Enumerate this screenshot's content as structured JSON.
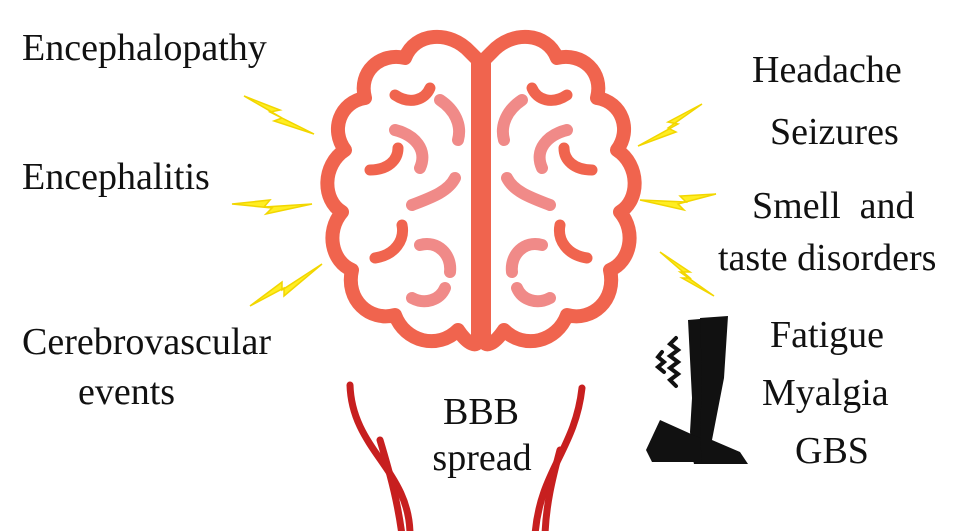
{
  "colors": {
    "brain_outline": "#f0644e",
    "brain_fold": "#f08a88",
    "bolt": "#ffee22",
    "vessel": "#c71f1f",
    "legs": "#111111",
    "text": "#111111"
  },
  "icons": [
    "brain-icon",
    "lightning-bolt-icon",
    "blood-vessel-icon",
    "legs-icon",
    "pain-wave-icon"
  ],
  "left_labels": {
    "encephalopathy": "Encephalopathy",
    "encephalitis": "Encephalitis",
    "cerebrovascular_line1": "Cerebrovascular",
    "cerebrovascular_line2": "events"
  },
  "center_labels": {
    "bbb_line1": "BBB",
    "bbb_line2": "spread"
  },
  "right_labels": {
    "headache": "Headache",
    "seizures": "Seizures",
    "smell_line1": "Smell  and",
    "smell_line2": "taste disorders",
    "fatigue": "Fatigue",
    "myalgia": "Myalgia",
    "gbs": "GBS"
  }
}
